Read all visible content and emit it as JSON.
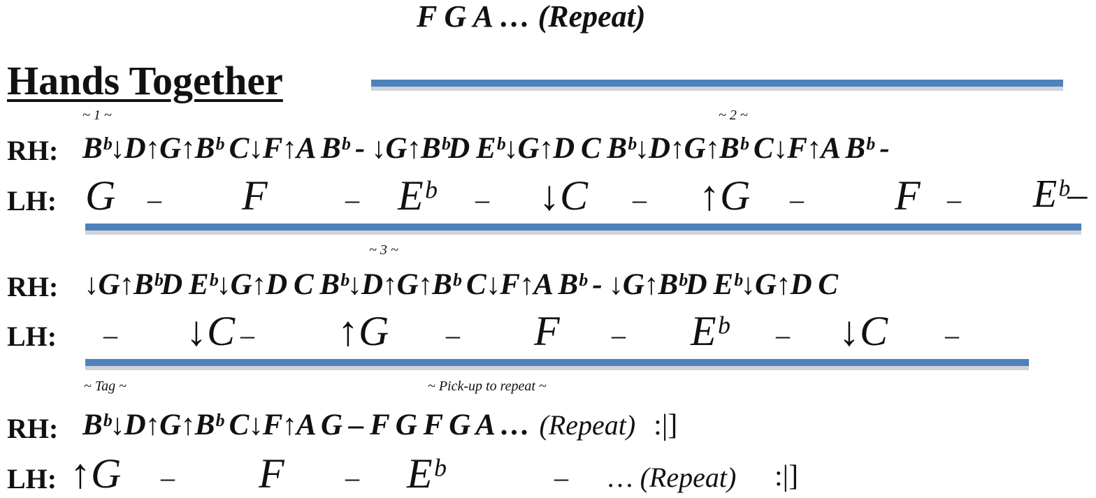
{
  "top_line": "F G A … (Repeat)",
  "section": {
    "title": "Hands Together"
  },
  "labels": {
    "rh": "RH:",
    "lh": "LH:"
  },
  "markers": {
    "m1": "~ 1 ~",
    "m2": "~ 2 ~",
    "m3": "~ 3 ~",
    "tag": "~ Tag ~",
    "pickup": "~ Pick-up to repeat ~"
  },
  "block1": {
    "rh": "Bᵇ↓D↑G↑Bᵇ  C↓F↑A Bᵇ - ↓G↑BᵇD Eᵇ↓G↑D C Bᵇ↓D↑G↑Bᵇ  C↓F↑A Bᵇ -",
    "lh": [
      {
        "t": "G",
        "k": "note"
      },
      {
        "t": "–",
        "k": "dash"
      },
      {
        "t": "F",
        "k": "note"
      },
      {
        "t": "–",
        "k": "dash"
      },
      {
        "t": "Eᵇ",
        "k": "note"
      },
      {
        "t": "–",
        "k": "dash"
      },
      {
        "t": "↓C",
        "k": "note"
      },
      {
        "t": "–",
        "k": "dash"
      },
      {
        "t": "↑G",
        "k": "note"
      },
      {
        "t": "–",
        "k": "dash"
      },
      {
        "t": "F",
        "k": "note"
      },
      {
        "t": "–",
        "k": "dash"
      },
      {
        "t": "Eᵇ–",
        "k": "note"
      }
    ]
  },
  "block2": {
    "rh": "↓G↑BᵇD Eᵇ↓G↑D C Bᵇ↓D↑G↑Bᵇ  C↓F↑A Bᵇ - ↓G↑BᵇD Eᵇ↓G↑D C",
    "lh": [
      {
        "t": "–",
        "k": "dash"
      },
      {
        "t": "↓C",
        "k": "note"
      },
      {
        "t": "–",
        "k": "dash"
      },
      {
        "t": "↑G",
        "k": "note"
      },
      {
        "t": "–",
        "k": "dash"
      },
      {
        "t": "F",
        "k": "note"
      },
      {
        "t": "–",
        "k": "dash"
      },
      {
        "t": "Eᵇ",
        "k": "note"
      },
      {
        "t": "–",
        "k": "dash"
      },
      {
        "t": "↓C",
        "k": "note"
      },
      {
        "t": "–",
        "k": "dash"
      }
    ]
  },
  "block3": {
    "rh_notes": "Bᵇ↓D↑G↑Bᵇ  C↓F↑A G – F G F G A …",
    "rh_repeat": "(Repeat)",
    "rh_barline": ":|]",
    "lh": [
      {
        "t": "↑G",
        "k": "note"
      },
      {
        "t": "–",
        "k": "dash"
      },
      {
        "t": "F",
        "k": "note"
      },
      {
        "t": "–",
        "k": "dash"
      },
      {
        "t": "Eᵇ",
        "k": "note"
      },
      {
        "t": "–",
        "k": "dash"
      },
      {
        "t": "… (Repeat)",
        "k": "repeat"
      },
      {
        "t": ":|]",
        "k": "barline"
      }
    ]
  },
  "colors": {
    "rule": "#4f81bd",
    "rule_shadow": "#d0d3d8"
  }
}
